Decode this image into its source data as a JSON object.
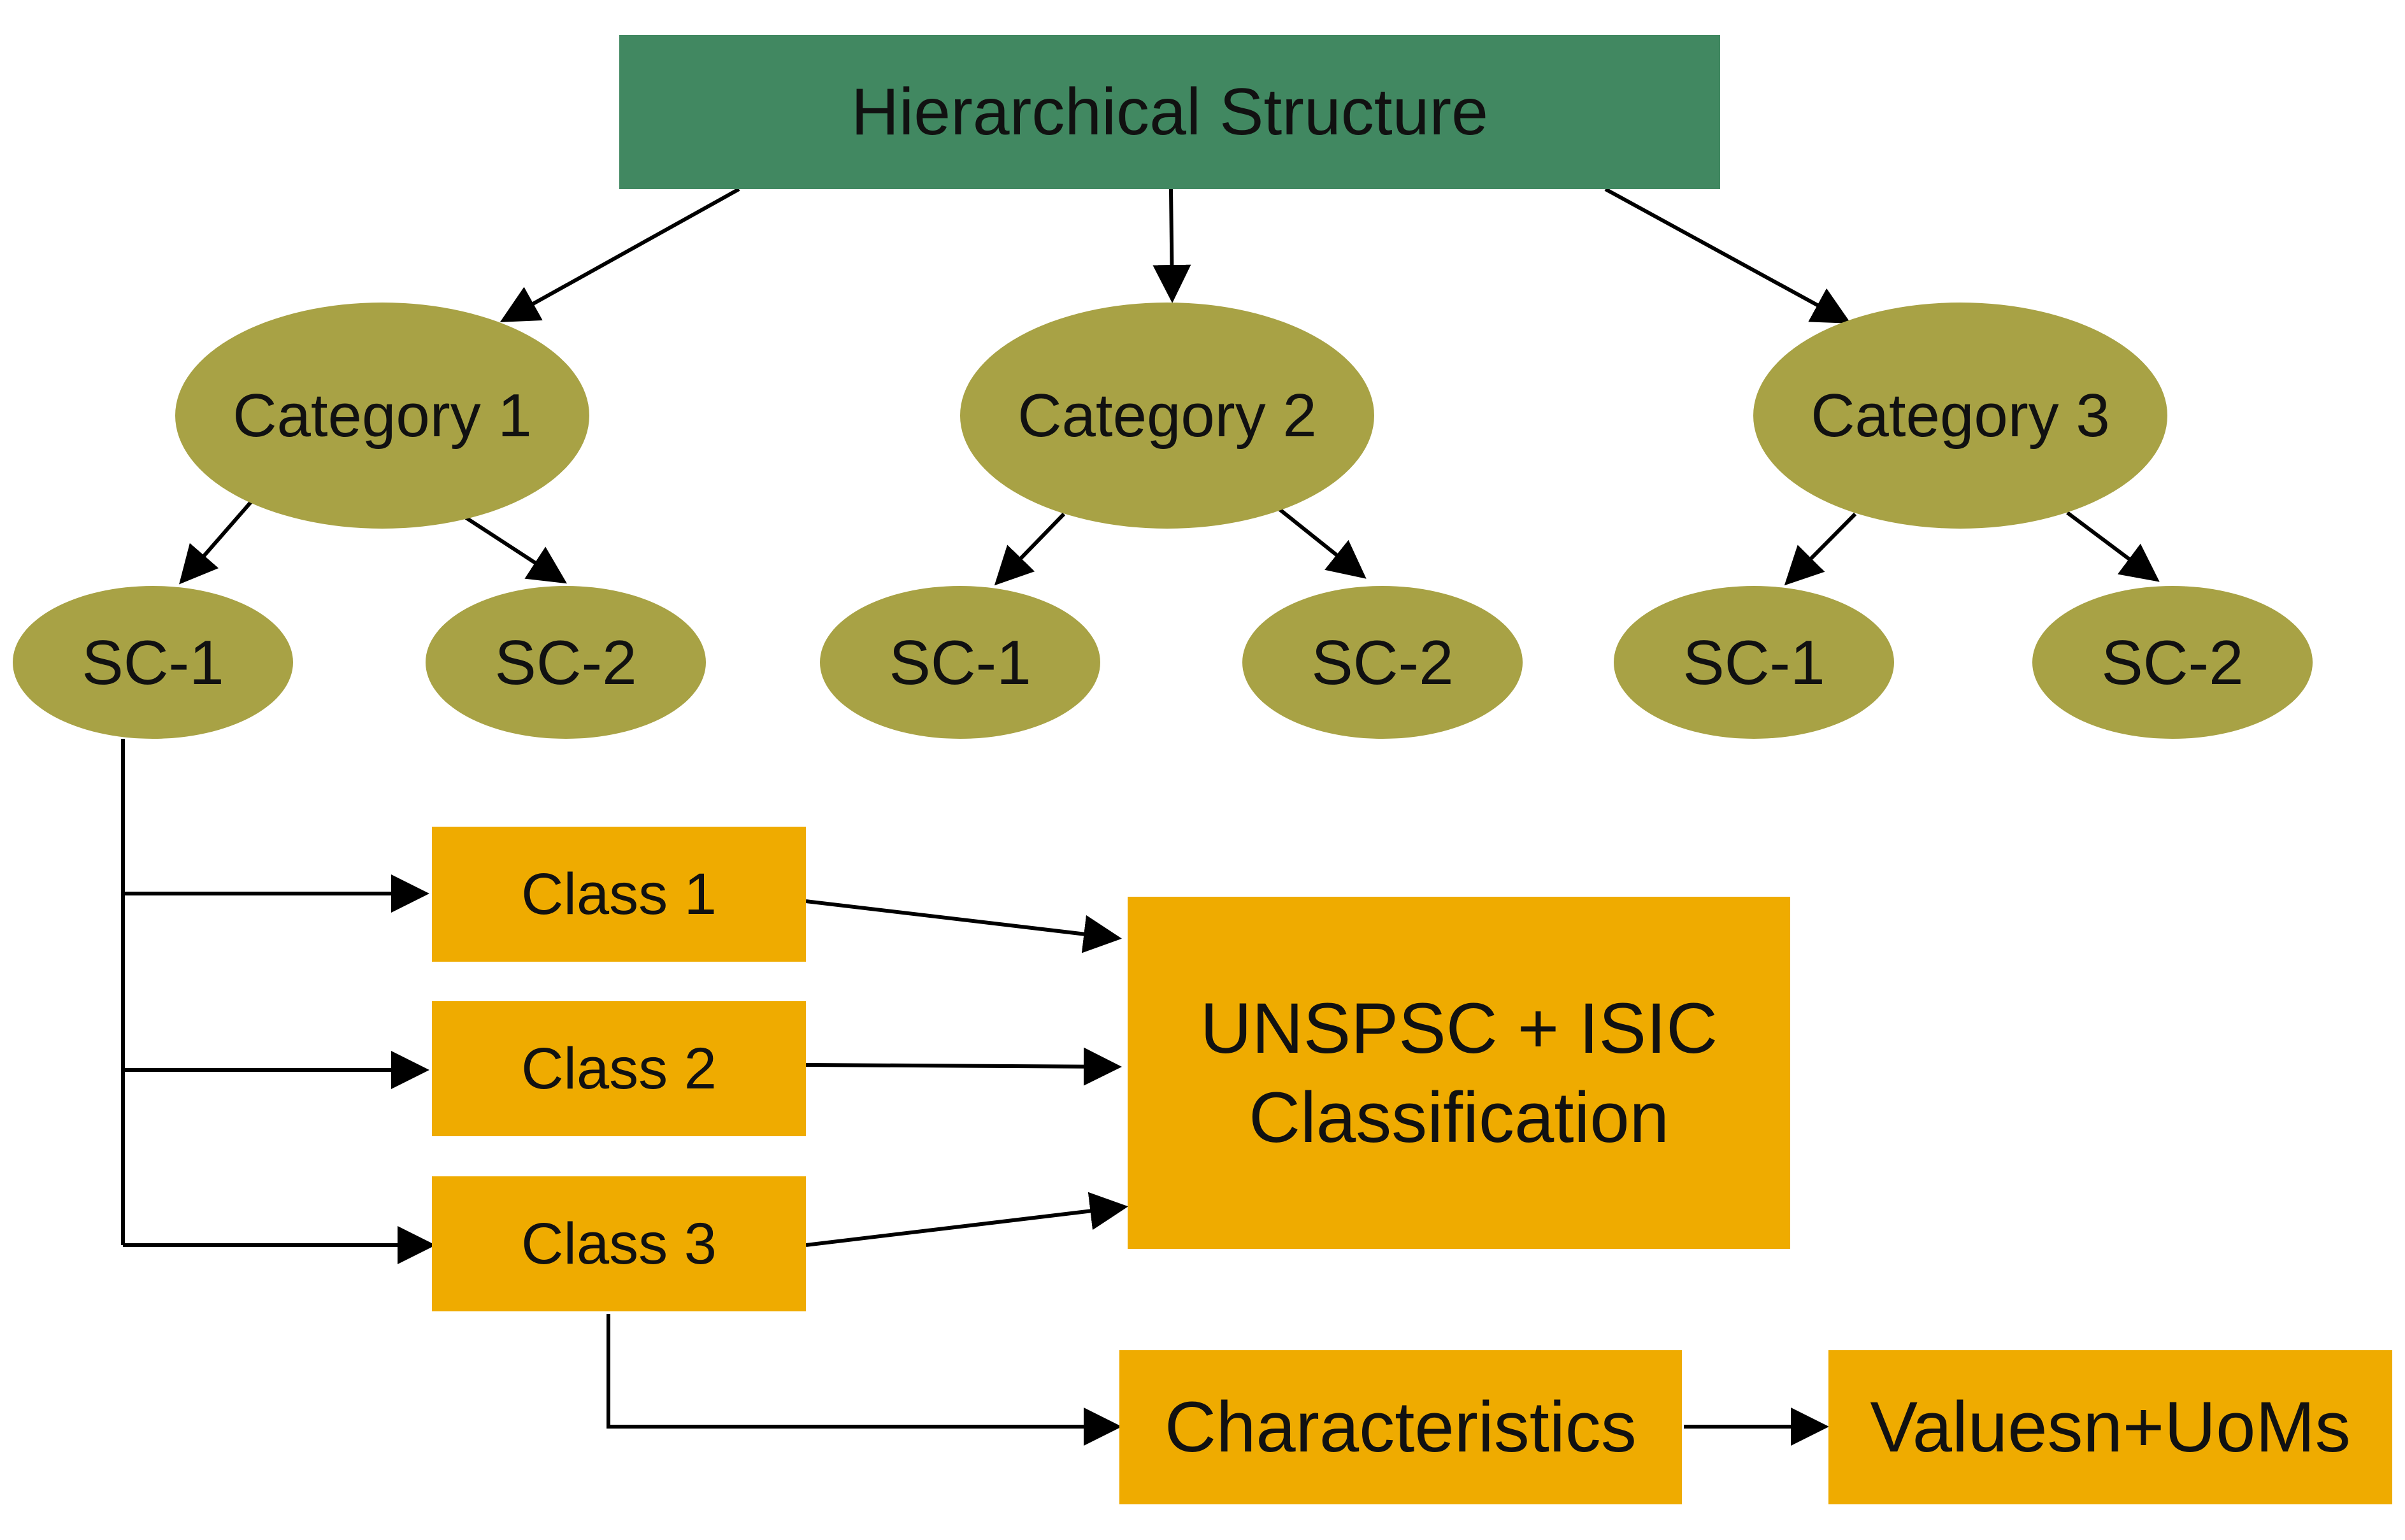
{
  "root": {
    "label": "Hierarchical Structure"
  },
  "categories": [
    {
      "label": "Category 1",
      "subcategories": [
        "SC-1",
        "SC-2"
      ]
    },
    {
      "label": "Category 2",
      "subcategories": [
        "SC-1",
        "SC-2"
      ]
    },
    {
      "label": "Category 3",
      "subcategories": [
        "SC-1",
        "SC-2"
      ]
    }
  ],
  "classes": [
    "Class 1",
    "Class 2",
    "Class 3"
  ],
  "classification": {
    "line1": "UNSPSC + ISIC",
    "line2": "Classification"
  },
  "characteristics": {
    "label": "Characteristics"
  },
  "values": {
    "label": "Valuesn+UoMs"
  },
  "colors": {
    "root": "#418861",
    "ellipse": "#a8a245",
    "box": "#efab00",
    "edge": "#000000"
  }
}
